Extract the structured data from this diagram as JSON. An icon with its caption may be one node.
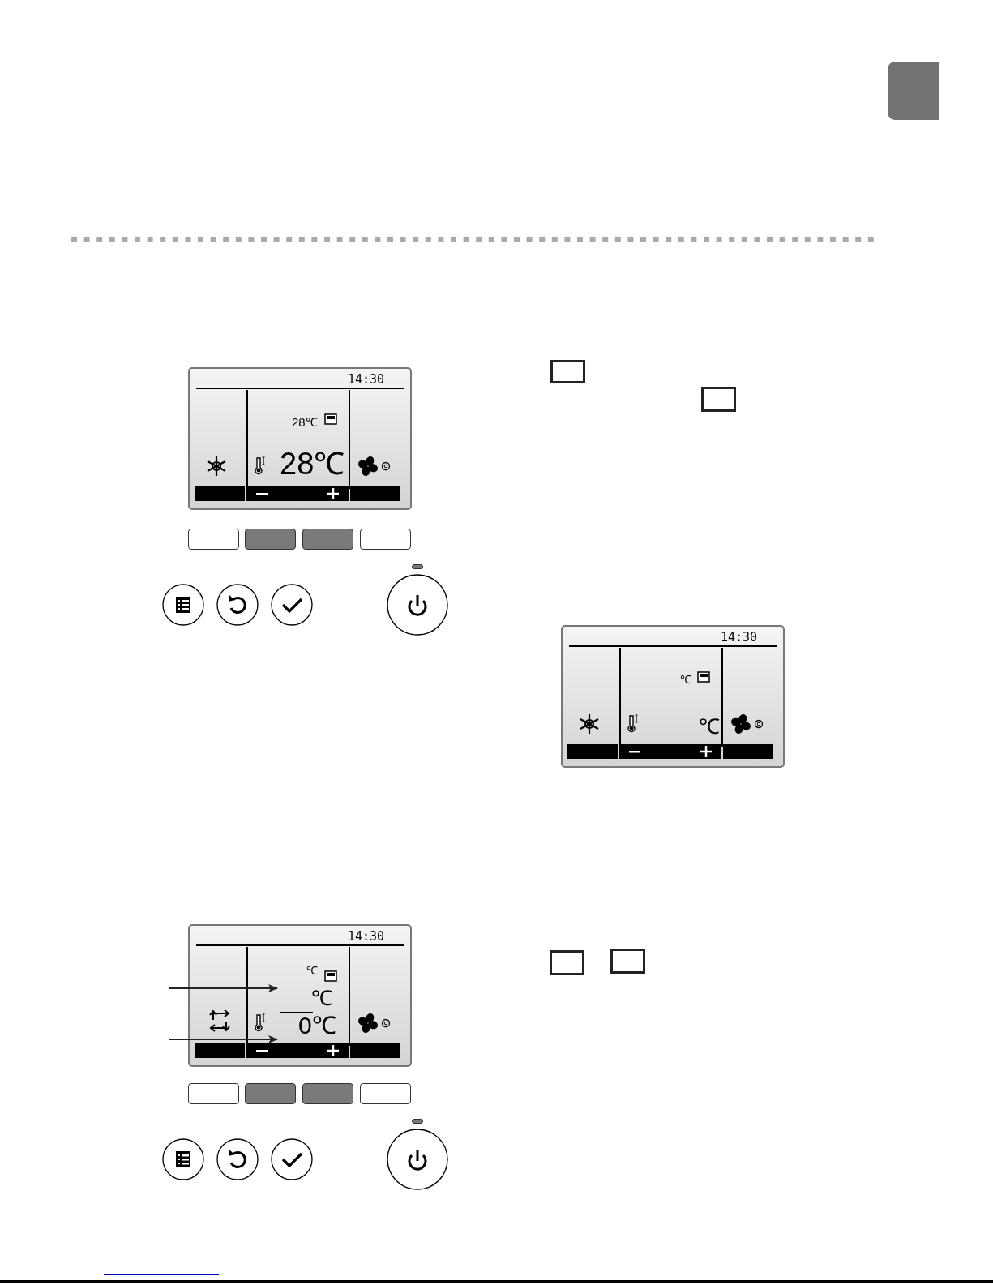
{
  "diagram": {
    "nodes": [
      {
        "text": [
          "14:30",
          "28℃",
          "28℃"
        ]
      },
      {
        "text": [
          "14:30",
          "℃",
          "℃"
        ]
      },
      {
        "text": [
          "14:30",
          "℃",
          "℃",
          "0℃"
        ]
      }
    ],
    "edges": [
      {
        "from": null,
        "to": 2,
        "arrow": "to"
      },
      {
        "from": null,
        "to": 2,
        "arrow": "to"
      }
    ]
  }
}
